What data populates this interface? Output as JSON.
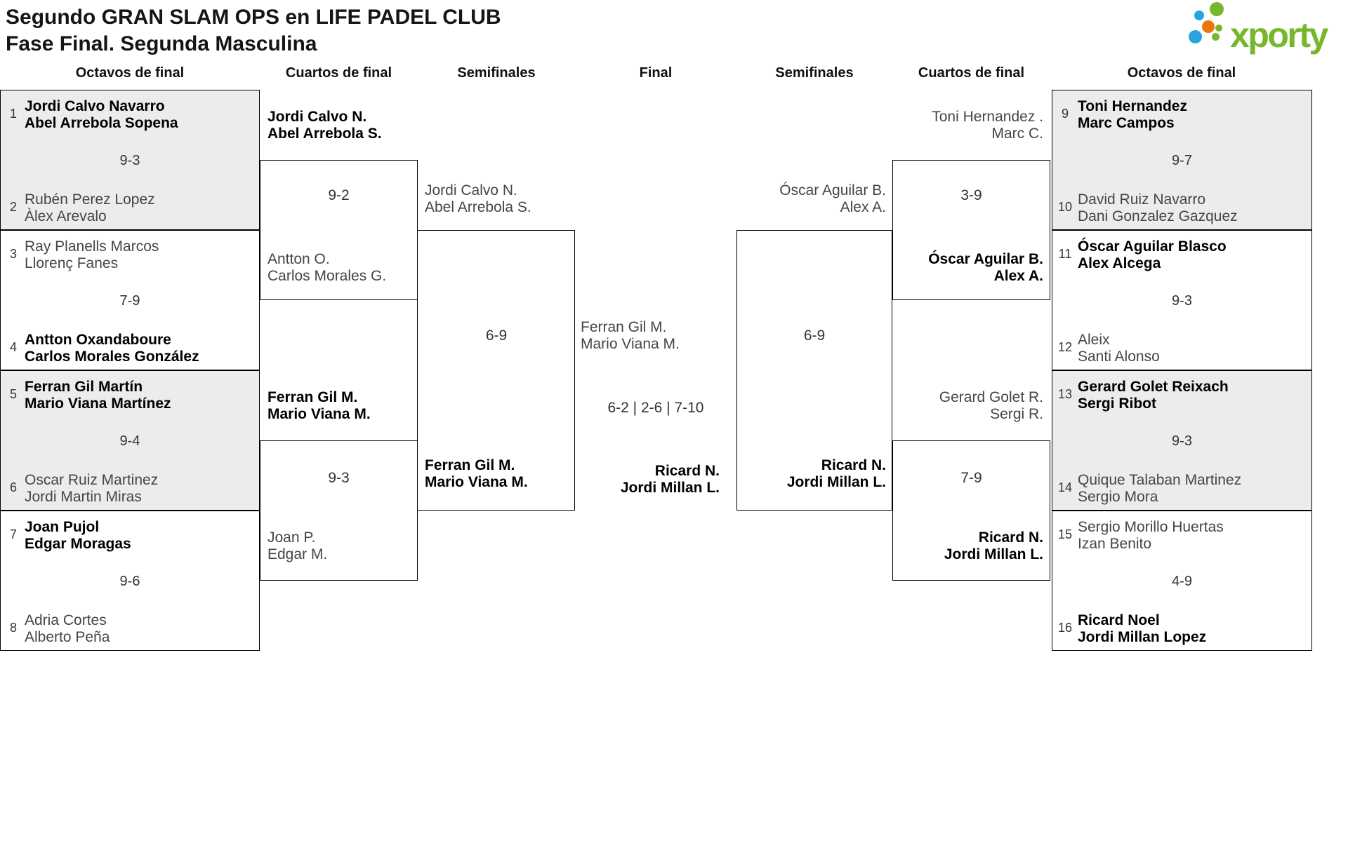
{
  "title": {
    "line1": "Segundo GRAN SLAM OPS en LIFE PADEL CLUB",
    "line2": "Fase Final. Segunda Masculina"
  },
  "logo": {
    "wordmark": "xporty",
    "colors": {
      "green": "#76b72b",
      "blue": "#2aa3dc",
      "orange": "#e87711"
    }
  },
  "colors": {
    "box_gray": "#ececec",
    "line": "#000000",
    "winner_text": "#000000",
    "regular_text": "#454545"
  },
  "headers": [
    "Octavos de final",
    "Cuartos de final",
    "Semifinales",
    "Final",
    "Semifinales",
    "Cuartos de final",
    "Octavos de final"
  ],
  "octavos_left": [
    {
      "seed1": "1",
      "team1": [
        "Jordi Calvo Navarro",
        "Abel Arrebola Sopena"
      ],
      "team1_winner": true,
      "score": "9-3",
      "seed2": "2",
      "team2": [
        "Rubén Perez Lopez",
        "Àlex Arevalo"
      ],
      "team2_winner": false
    },
    {
      "seed1": "3",
      "team1": [
        "Ray Planells Marcos",
        "Llorenç Fanes"
      ],
      "team1_winner": false,
      "score": "7-9",
      "seed2": "4",
      "team2": [
        "Antton Oxandaboure",
        "Carlos Morales González"
      ],
      "team2_winner": true
    },
    {
      "seed1": "5",
      "team1": [
        "Ferran Gil Martín",
        "Mario Viana Martínez"
      ],
      "team1_winner": true,
      "score": "9-4",
      "seed2": "6",
      "team2": [
        "Oscar Ruiz Martinez",
        "Jordi Martin Miras"
      ],
      "team2_winner": false
    },
    {
      "seed1": "7",
      "team1": [
        "Joan Pujol",
        "Edgar Moragas"
      ],
      "team1_winner": true,
      "score": "9-6",
      "seed2": "8",
      "team2": [
        "Adria Cortes",
        "Alberto Peña"
      ],
      "team2_winner": false
    }
  ],
  "octavos_right": [
    {
      "seed1": "9",
      "team1": [
        "Toni Hernandez",
        "Marc Campos"
      ],
      "team1_winner": true,
      "score": "9-7",
      "seed2": "10",
      "team2": [
        "David Ruiz Navarro",
        "Dani Gonzalez Gazquez"
      ],
      "team2_winner": false
    },
    {
      "seed1": "11",
      "team1": [
        "Óscar Aguilar Blasco",
        "Alex Alcega"
      ],
      "team1_winner": true,
      "score": "9-3",
      "seed2": "12",
      "team2": [
        "Aleix",
        "Santi Alonso"
      ],
      "team2_winner": false
    },
    {
      "seed1": "13",
      "team1": [
        "Gerard Golet Reixach",
        "Sergi Ribot"
      ],
      "team1_winner": true,
      "score": "9-3",
      "seed2": "14",
      "team2": [
        "Quique Talaban Martinez",
        "Sergio Mora"
      ],
      "team2_winner": false
    },
    {
      "seed1": "15",
      "team1": [
        "Sergio Morillo Huertas",
        "Izan Benito"
      ],
      "team1_winner": false,
      "score": "4-9",
      "seed2": "16",
      "team2": [
        "Ricard Noel",
        "Jordi Millan Lopez"
      ],
      "team2_winner": true
    }
  ],
  "cuartos_left": [
    {
      "team1": [
        "Jordi Calvo N.",
        "Abel Arrebola S."
      ],
      "team1_winner": true,
      "score": "9-2",
      "team2": [
        "Antton O.",
        "Carlos Morales G."
      ],
      "team2_winner": false
    },
    {
      "team1": [
        "Ferran Gil M.",
        "Mario Viana M."
      ],
      "team1_winner": true,
      "score": "9-3",
      "team2": [
        "Joan P.",
        "Edgar M."
      ],
      "team2_winner": false
    }
  ],
  "cuartos_right": [
    {
      "team1": [
        "Toni Hernandez .",
        "Marc C."
      ],
      "team1_winner": false,
      "score": "3-9",
      "team2": [
        "Óscar Aguilar B.",
        "Alex A."
      ],
      "team2_winner": true
    },
    {
      "team1": [
        "Gerard Golet R.",
        "Sergi R."
      ],
      "team1_winner": false,
      "score": "7-9",
      "team2": [
        "Ricard N.",
        "Jordi Millan L."
      ],
      "team2_winner": true
    }
  ],
  "semi_left": {
    "team1": [
      "Jordi Calvo N.",
      "Abel Arrebola S."
    ],
    "team1_winner": false,
    "score": "6-9",
    "team2": [
      "Ferran Gil M.",
      "Mario Viana M."
    ],
    "team2_winner": true
  },
  "semi_right": {
    "team1": [
      "Óscar Aguilar B.",
      "Alex A."
    ],
    "team1_winner": false,
    "score": "6-9",
    "team2": [
      "Ricard N.",
      "Jordi Millan L."
    ],
    "team2_winner": true
  },
  "final": {
    "team1": [
      "Ferran Gil M.",
      "Mario Viana M."
    ],
    "team1_winner": false,
    "score": "6-2 | 2-6 | 7-10",
    "team2": [
      "Ricard N.",
      "Jordi Millan L."
    ],
    "team2_winner": true
  }
}
